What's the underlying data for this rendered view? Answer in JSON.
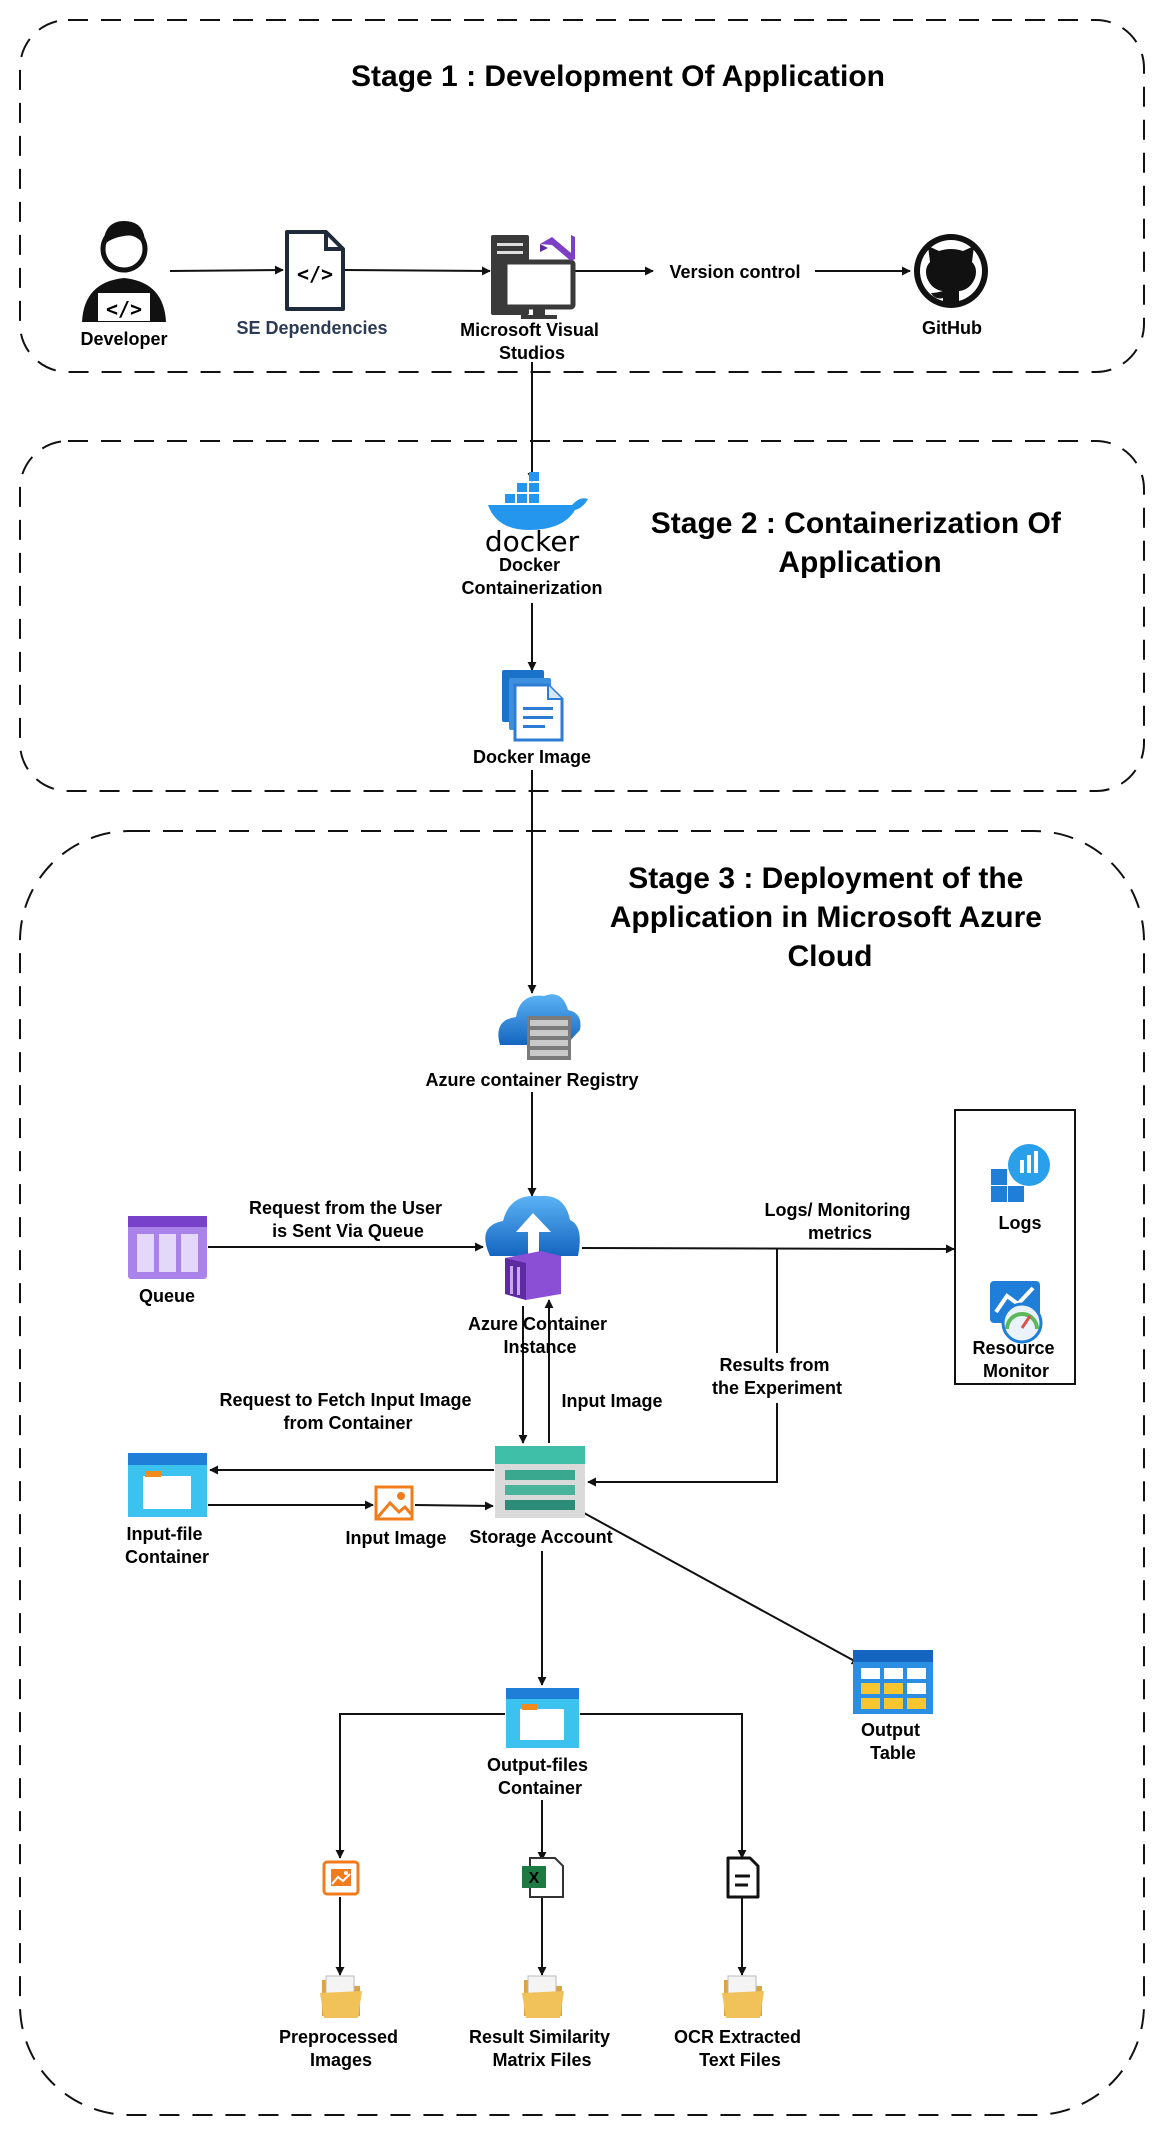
{
  "stages": {
    "stage1": "Stage 1 : Development Of Application",
    "stage2": [
      "Stage 2 : Containerization Of",
      "Application"
    ],
    "stage3": [
      "Stage 3 : Deployment of the",
      "Application in Microsoft Azure",
      "Cloud"
    ]
  },
  "nodes": {
    "developer": "Developer",
    "se_dependencies": "SE Dependencies",
    "visual_studio": [
      "Microsoft Visual",
      "Studios"
    ],
    "version_control": "Version control",
    "github": "GitHub",
    "docker_logo": "docker",
    "docker": [
      "Docker",
      "Containerization"
    ],
    "docker_image": "Docker Image",
    "registry": "Azure container Registry",
    "queue": "Queue",
    "aci": [
      "Azure Container",
      "Instance"
    ],
    "logs": "Logs",
    "resource_monitor": [
      "Resource",
      "Monitor"
    ],
    "storage": "Storage Account",
    "input_container": [
      "Input-file",
      "Container"
    ],
    "input_image_small": "Input Image",
    "output_table": [
      "Output",
      "Table"
    ],
    "output_container": [
      "Output-files",
      "Container"
    ],
    "preprocessed": [
      "Preprocessed",
      "Images"
    ],
    "similarity": [
      "Result Similarity",
      "Matrix Files"
    ],
    "ocr": [
      "OCR Extracted",
      "Text Files"
    ]
  },
  "edges": {
    "queue_request": [
      "Request from the User",
      "is Sent Via Queue"
    ],
    "logs_metrics": [
      "Logs/ Monitoring",
      "metrics"
    ],
    "fetch_request": [
      "Request to Fetch Input Image",
      "from Container"
    ],
    "input_image": "Input Image",
    "results": [
      "Results from",
      "the Experiment"
    ]
  },
  "colors": {
    "azure_blue": "#1f7fd8",
    "container_cyan": "#3cc2ef",
    "queue_purple": "#8b5bd6",
    "storage_teal": "#3fbfa7",
    "folder_yellow": "#f1c25a",
    "excel_green": "#1d7a43",
    "image_orange": "#f07c1e",
    "docker_blue": "#2496ed"
  }
}
